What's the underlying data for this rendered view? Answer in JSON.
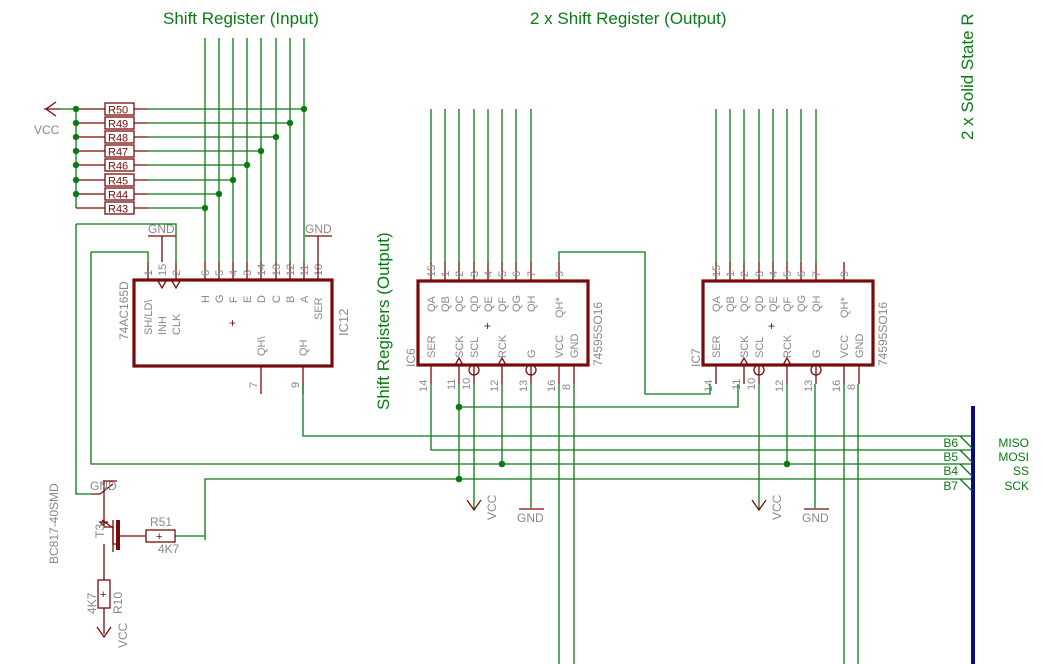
{
  "headings": {
    "input": "Shift Register (Input)",
    "output": "2 x Shift Register (Output)",
    "ssr": "2 x Solid State R",
    "output_vertical": "Shift Registers (Output)"
  },
  "power": {
    "vcc": "VCC",
    "gnd": "GND"
  },
  "pullups": [
    "R50",
    "R49",
    "R48",
    "R47",
    "R46",
    "R45",
    "R44",
    "R43"
  ],
  "ic12": {
    "name": "IC12",
    "value": "74AC165D",
    "top_pins": [
      {
        "num": "1",
        "label": "SH/LD\\"
      },
      {
        "num": "15",
        "label": "INH"
      },
      {
        "num": "2",
        "label": "CLK"
      },
      {
        "num": "6",
        "label": "H"
      },
      {
        "num": "5",
        "label": "G"
      },
      {
        "num": "4",
        "label": "F"
      },
      {
        "num": "3",
        "label": "E"
      },
      {
        "num": "14",
        "label": "D"
      },
      {
        "num": "13",
        "label": "C"
      },
      {
        "num": "12",
        "label": "B"
      },
      {
        "num": "11",
        "label": "A"
      },
      {
        "num": "10",
        "label": "SER"
      }
    ],
    "bottom_pins": [
      {
        "num": "7",
        "label": "QH\\"
      },
      {
        "num": "9",
        "label": "QH"
      }
    ]
  },
  "ic6": {
    "name": "IC6",
    "value": "74595SO16",
    "top_pins": [
      {
        "num": "15",
        "label": "QA"
      },
      {
        "num": "1",
        "label": "QB"
      },
      {
        "num": "2",
        "label": "QC"
      },
      {
        "num": "3",
        "label": "QD"
      },
      {
        "num": "4",
        "label": "QE"
      },
      {
        "num": "5",
        "label": "QF"
      },
      {
        "num": "6",
        "label": "QG"
      },
      {
        "num": "7",
        "label": "QH"
      },
      {
        "num": "9",
        "label": "QH*"
      }
    ],
    "bottom_pins": [
      {
        "num": "14",
        "label": "SER"
      },
      {
        "num": "11",
        "label": "SCK"
      },
      {
        "num": "10",
        "label": "SCL"
      },
      {
        "num": "12",
        "label": "RCK"
      },
      {
        "num": "13",
        "label": "G"
      },
      {
        "num": "16",
        "label": "VCC"
      },
      {
        "num": "8",
        "label": "GND"
      }
    ]
  },
  "ic7": {
    "name": "IC7",
    "value": "74595SO16",
    "top_pins": [
      {
        "num": "15",
        "label": "QA"
      },
      {
        "num": "1",
        "label": "QB"
      },
      {
        "num": "2",
        "label": "QC"
      },
      {
        "num": "3",
        "label": "QD"
      },
      {
        "num": "4",
        "label": "QE"
      },
      {
        "num": "5",
        "label": "QF"
      },
      {
        "num": "6",
        "label": "QG"
      },
      {
        "num": "7",
        "label": "QH"
      },
      {
        "num": "9",
        "label": "QH*"
      }
    ],
    "bottom_pins": [
      {
        "num": "14",
        "label": "SER"
      },
      {
        "num": "11",
        "label": "SCK"
      },
      {
        "num": "10",
        "label": "SCL"
      },
      {
        "num": "12",
        "label": "RCK"
      },
      {
        "num": "13",
        "label": "G"
      },
      {
        "num": "16",
        "label": "VCC"
      },
      {
        "num": "8",
        "label": "GND"
      }
    ]
  },
  "transistor": {
    "name": "T3",
    "value": "BC817-40SMD"
  },
  "r51": {
    "name": "R51",
    "value": "4K7"
  },
  "r10": {
    "name": "R10",
    "value": "4K7"
  },
  "bus_nets": [
    {
      "net": "B6",
      "signal": "MISO"
    },
    {
      "net": "B5",
      "signal": "MOSI"
    },
    {
      "net": "B4",
      "signal": "SS"
    },
    {
      "net": "B7",
      "signal": "SCK"
    }
  ],
  "colors": {
    "wire": "#0a7a14",
    "part": "#7a0a0a",
    "bus": "#0a0a80",
    "label": "#888888"
  }
}
